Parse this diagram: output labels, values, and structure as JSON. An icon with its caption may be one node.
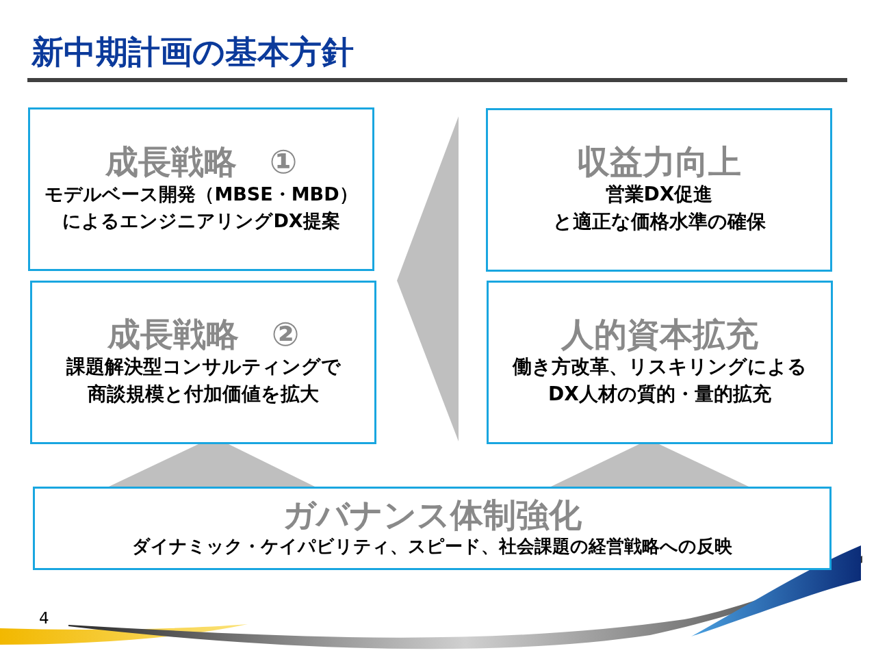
{
  "diagram": {
    "title": "新中期計画の基本方針",
    "nodes": [
      {
        "text": [
          "成長戦略　①",
          "モデルベース開発（MBSE・MBD）によるエンジニアリングDX提案"
        ]
      },
      {
        "text": [
          "収益力向上",
          "営業DX促進と適正な価格水準の確保"
        ]
      },
      {
        "text": [
          "成長戦略　②",
          "課題解決型コンサルティングで商談規模と付加価値を拡大"
        ]
      },
      {
        "text": [
          "人的資本拡充",
          "働き方改革、リスキリングによるDX人材の質的・量的拡充"
        ]
      },
      {
        "text": [],
        "shape": "triangle"
      },
      {
        "text": [],
        "shape": "trapezoid"
      },
      {
        "text": [],
        "shape": "trapezoid"
      },
      {
        "text": [
          "ガバナンス体制強化",
          "ダイナミック・ケイパビリティ、スピード、社会課題の経営戦略への反映"
        ]
      }
    ],
    "labels": [
      "4"
    ]
  }
}
